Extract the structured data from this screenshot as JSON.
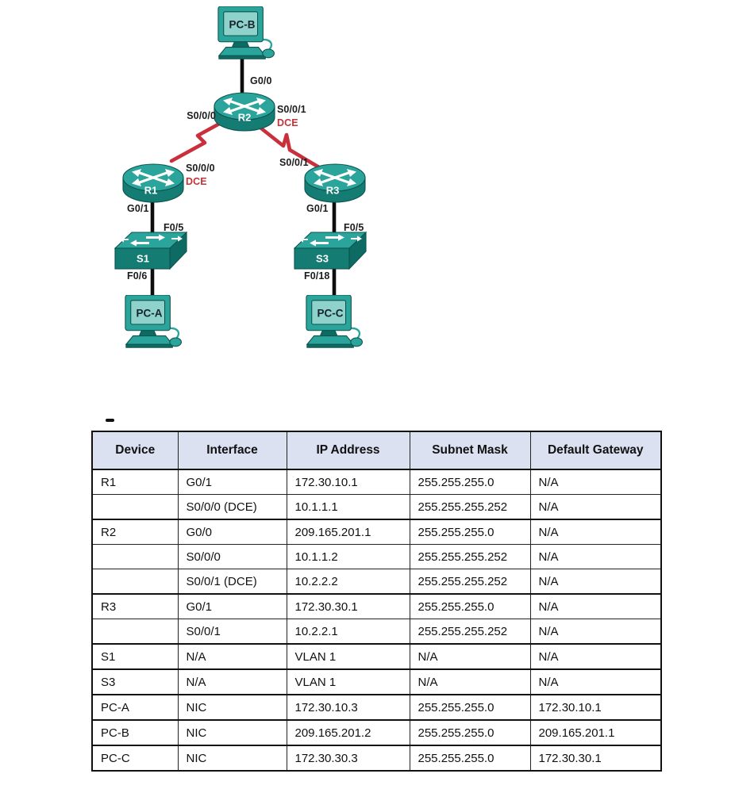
{
  "colors": {
    "teal_top": "#2ba49b",
    "teal_front": "#157c74",
    "teal_side": "#0e6b64",
    "teal_screen": "#8fd2cb",
    "teal_stroke": "#0a544e",
    "serial_red": "#c9303b",
    "dce_red": "#c2343c",
    "header_bg": "#dbe1f1"
  },
  "topology": {
    "devices": {
      "pc_b": "PC-B",
      "r1": "R1",
      "r2": "R2",
      "r3": "R3",
      "s1": "S1",
      "s3": "S3",
      "pc_a": "PC-A",
      "pc_c": "PC-C"
    },
    "labels": {
      "g0_0": "G0/0",
      "r2_s0_0_0": "S0/0/0",
      "r2_s0_0_1": "S0/0/1",
      "r2_dce": "DCE",
      "r1_s0_0_0": "S0/0/0",
      "r1_dce": "DCE",
      "r1_g0_1": "G0/1",
      "s1_f0_5": "F0/5",
      "s1_f0_6": "F0/6",
      "r3_s0_0_1": "S0/0/1",
      "r3_g0_1": "G0/1",
      "s3_f0_5": "F0/5",
      "s3_f0_18": "F0/18"
    }
  },
  "table": {
    "columns": [
      "Device",
      "Interface",
      "IP Address",
      "Subnet Mask",
      "Default Gateway"
    ],
    "rows": [
      {
        "device": "R1",
        "interface": "G0/1",
        "ip": "172.30.10.1",
        "mask": "255.255.255.0",
        "gateway": "N/A",
        "group_start": true
      },
      {
        "device": "",
        "interface": "S0/0/0 (DCE)",
        "ip": "10.1.1.1",
        "mask": "255.255.255.252",
        "gateway": "N/A",
        "group_start": false
      },
      {
        "device": "R2",
        "interface": "G0/0",
        "ip": "209.165.201.1",
        "mask": "255.255.255.0",
        "gateway": "N/A",
        "group_start": true
      },
      {
        "device": "",
        "interface": "S0/0/0",
        "ip": "10.1.1.2",
        "mask": "255.255.255.252",
        "gateway": "N/A",
        "group_start": false
      },
      {
        "device": "",
        "interface": "S0/0/1 (DCE)",
        "ip": "10.2.2.2",
        "mask": "255.255.255.252",
        "gateway": "N/A",
        "group_start": false
      },
      {
        "device": "R3",
        "interface": "G0/1",
        "ip": "172.30.30.1",
        "mask": "255.255.255.0",
        "gateway": "N/A",
        "group_start": true
      },
      {
        "device": "",
        "interface": "S0/0/1",
        "ip": "10.2.2.1",
        "mask": "255.255.255.252",
        "gateway": "N/A",
        "group_start": false
      },
      {
        "device": "S1",
        "interface": "N/A",
        "ip": "VLAN 1",
        "mask": "N/A",
        "gateway": "N/A",
        "group_start": true
      },
      {
        "device": "S3",
        "interface": "N/A",
        "ip": "VLAN 1",
        "mask": "N/A",
        "gateway": "N/A",
        "group_start": true
      },
      {
        "device": "PC-A",
        "interface": "NIC",
        "ip": "172.30.10.3",
        "mask": "255.255.255.0",
        "gateway": "172.30.10.1",
        "group_start": true
      },
      {
        "device": "PC-B",
        "interface": "NIC",
        "ip": "209.165.201.2",
        "mask": "255.255.255.0",
        "gateway": "209.165.201.1",
        "group_start": true
      },
      {
        "device": "PC-C",
        "interface": "NIC",
        "ip": "172.30.30.3",
        "mask": "255.255.255.0",
        "gateway": "172.30.30.1",
        "group_start": true
      }
    ]
  }
}
